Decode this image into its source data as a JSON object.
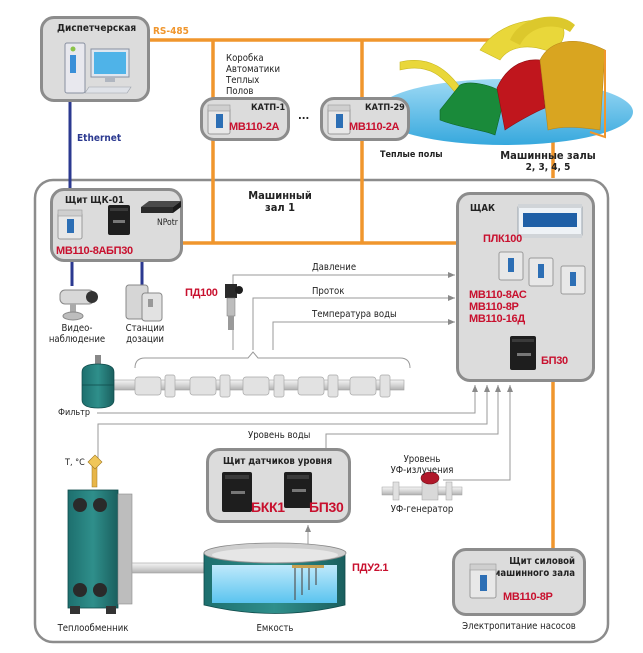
{
  "diagram": {
    "connections": {
      "rs485_label": "RS-485",
      "ethernet_label": "Ethernet"
    },
    "dispatcher": {
      "title": "Диспетчерская",
      "icon": "desktop-computer-icon"
    },
    "floor_heating": {
      "box_label": [
        "Коробка",
        "Автоматики",
        "Теплых",
        "Полов"
      ],
      "katp_first": {
        "title": "КАТП-1",
        "module": "МВ110-2А"
      },
      "katp_last": {
        "title": "КАТП-29",
        "module": "МВ110-2А"
      },
      "ellipsis": "...",
      "caption": "Теплые полы"
    },
    "machine_halls_other": {
      "title": "Машинные залы",
      "numbers": "2, 3, 4, 5"
    },
    "machine_hall_1": {
      "title": "Машинный",
      "subtitle": "зал 1"
    },
    "shk01": {
      "title": "Щит ЩК-01",
      "modules": [
        "МВ110-8А",
        "БП30"
      ],
      "switch_label": "NPotr"
    },
    "video": {
      "label_line1": "Видео-",
      "label_line2": "наблюдение"
    },
    "dosing": {
      "label_line1": "Станции",
      "label_line2": "дозации"
    },
    "sensor_pd100": {
      "label": "ПД100"
    },
    "signals": {
      "pressure": "Давление",
      "flow": "Проток",
      "water_temp": "Температура воды",
      "water_level": "Уровень воды"
    },
    "shak": {
      "title": "ЩАК",
      "plc": "ПЛК100",
      "modules": [
        "МВ110-8АС",
        "МВ110-8Р",
        "МВ110-16Д"
      ],
      "psu": "БП30"
    },
    "filter": {
      "label": "Фильтр"
    },
    "temperature_sensor": {
      "label": "T, °C"
    },
    "level_panel": {
      "title": "Щит датчиков уровня",
      "modules": [
        "БКК1",
        "БП30"
      ]
    },
    "uv": {
      "level_line1": "Уровень",
      "level_line2": "УФ-излучения",
      "generator": "УФ-генератор"
    },
    "heat_exchanger": {
      "label": "Теплообменник"
    },
    "tank": {
      "label": "Емкость",
      "sensor": "ПДУ2.1"
    },
    "power_panel": {
      "title_line1": "Щит силовой",
      "title_line2": "машинного зала",
      "module": "МВ110-8Р",
      "caption": "Электропитание насосов"
    },
    "colors": {
      "rs485": "#f0962d",
      "ethernet": "#2b3990",
      "panel_bg": "#dcdcdc",
      "panel_border": "#8c8c8c",
      "model_red": "#c8102e",
      "signal_line": "#9a9a9a"
    }
  }
}
